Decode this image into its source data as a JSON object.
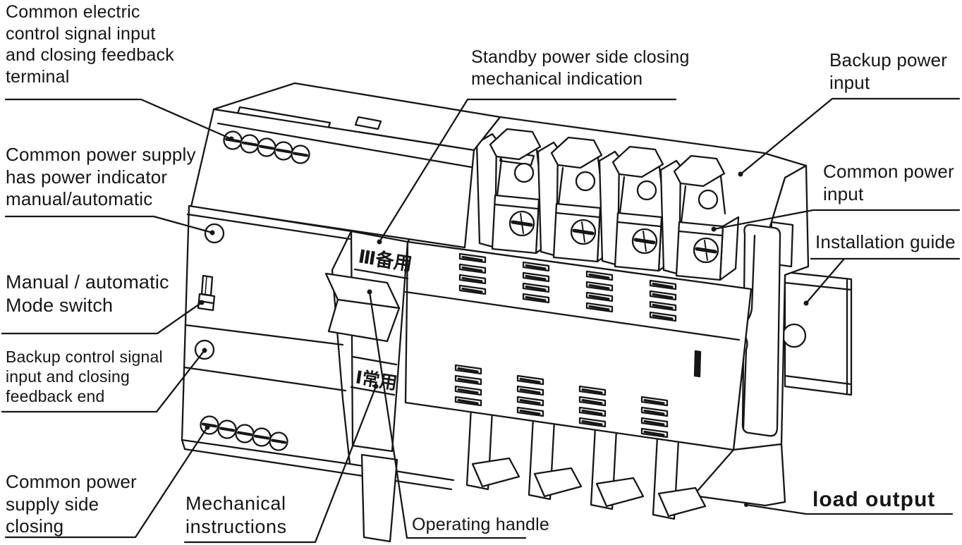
{
  "colors": {
    "ink": "#161616",
    "paper": "#ffffff"
  },
  "device_markings": {
    "backup_side_window": "Ⅲ备用",
    "common_side_window": "Ⅰ常用"
  },
  "callouts": {
    "common_electric_terminal": {
      "lines": [
        "Common electric",
        "control signal input",
        "and closing feedback",
        "terminal"
      ]
    },
    "standby_mechanical_indication": {
      "lines": [
        "Standby power side closing",
        "mechanical indication"
      ]
    },
    "backup_power_input": {
      "lines": [
        "Backup power",
        "input"
      ]
    },
    "common_supply_indicator": {
      "lines": [
        "Common power supply",
        "has power indicator",
        "manual/automatic"
      ]
    },
    "common_power_input": {
      "lines": [
        "Common power",
        "input"
      ]
    },
    "installation_guide": {
      "lines": [
        "Installation guide"
      ]
    },
    "manual_automatic_switch": {
      "lines": [
        "Manual / automatic",
        "Mode switch"
      ]
    },
    "backup_control_feedback": {
      "lines": [
        "Backup control signal",
        "input and closing",
        "feedback end"
      ]
    },
    "common_supply_side_closing": {
      "lines": [
        "Common power",
        "supply side",
        "closing"
      ]
    },
    "mechanical_instructions": {
      "lines": [
        "Mechanical",
        "instructions"
      ]
    },
    "operating_handle": {
      "lines": [
        "Operating handle"
      ]
    },
    "load_output": {
      "lines": [
        "load output"
      ]
    }
  }
}
